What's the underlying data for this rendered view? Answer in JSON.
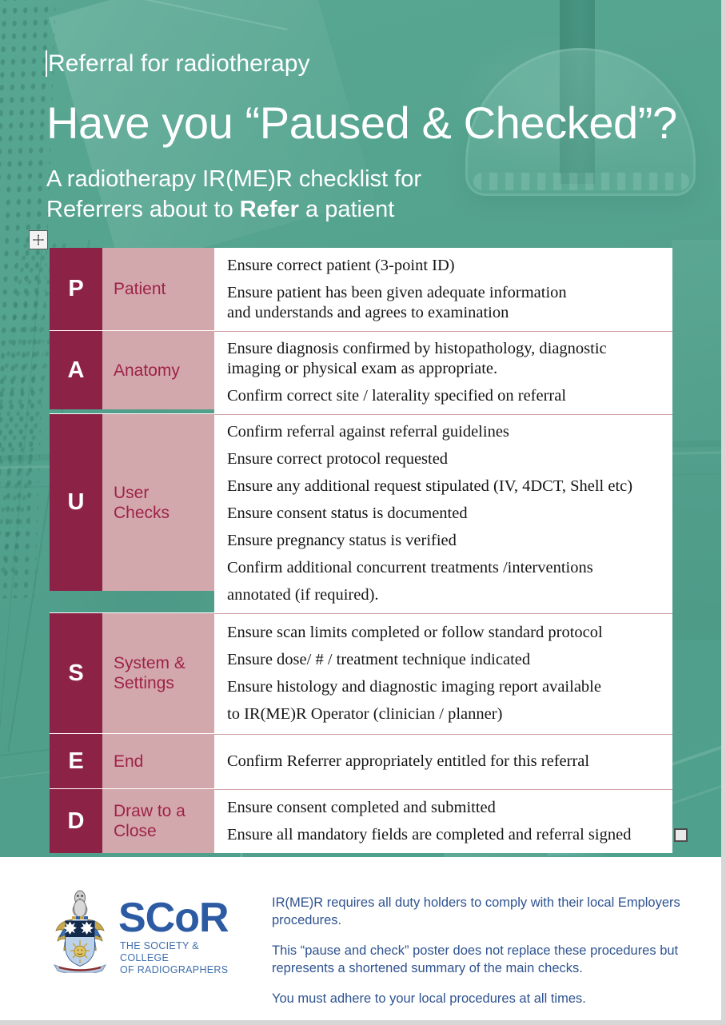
{
  "colors": {
    "teal_background": "#57a491",
    "maroon": "#8c2245",
    "pink": "#d3a8ac",
    "pink_text": "#9e2248",
    "footer_blue": "#2e5390",
    "logo_blue": "#2c5ba4",
    "white": "#ffffff"
  },
  "hero": {
    "kicker": "Referral for radiotherapy",
    "headline": "Have you “Paused & Checked”?",
    "subhead_line1": "A radiotherapy IR(ME)R checklist for",
    "subhead_line2_before": "Referrers about to ",
    "subhead_line2_bold": "Refer",
    "subhead_line2_after": " a patient"
  },
  "handles": {
    "move_icon": "move-four-arrow-icon",
    "resize_icon": "resize-square-handle-icon"
  },
  "table": {
    "rows": [
      {
        "letter": "P",
        "name": "Patient",
        "items": [
          "Ensure correct patient (3-point ID)",
          "Ensure patient has been given adequate information",
          "and understands and agrees to examination"
        ],
        "tight": [
          false,
          true,
          true
        ]
      },
      {
        "letter": "A",
        "name": "Anatomy",
        "items": [
          "Ensure diagnosis confirmed by histopathology, diagnostic",
          "imaging or physical exam as appropriate.",
          "Confirm correct site / laterality specified on referral"
        ],
        "tight": [
          true,
          true,
          false
        ]
      },
      {
        "letter": "U",
        "name": "User Checks",
        "name_line1": "User",
        "name_line2": "Checks",
        "items": [
          "Confirm referral against referral guidelines",
          "Ensure correct protocol requested",
          "Ensure any additional request stipulated (IV, 4DCT, Shell etc)",
          "Ensure consent status is documented",
          "Ensure pregnancy status is verified",
          "Confirm additional concurrent treatments /interventions",
          "annotated (if required)."
        ],
        "tight": [
          false,
          false,
          true,
          false,
          false,
          false,
          true
        ]
      },
      {
        "letter": "S",
        "name": "System & Settings",
        "name_line1": "System &",
        "name_line2": "Settings",
        "items": [
          "Ensure scan limits completed or follow standard protocol",
          "Ensure dose/ # / treatment technique indicated",
          "Ensure histology and diagnostic imaging report available",
          "to IR(ME)R Operator (clinician / planner)"
        ],
        "tight": [
          false,
          false,
          false,
          true
        ]
      },
      {
        "letter": "E",
        "name": "End",
        "items": [
          "Confirm Referrer appropriately entitled for this referral"
        ],
        "tight": [
          false
        ]
      },
      {
        "letter": "D",
        "name": "Draw to a Close",
        "name_line1": "Draw to a",
        "name_line2": "Close",
        "items": [
          "Ensure consent completed and submitted",
          "Ensure all mandatory fields are completed and referral signed"
        ],
        "tight": [
          false,
          false
        ]
      }
    ]
  },
  "footer": {
    "logo": {
      "wordmark": "SCoR",
      "tagline_line1": "THE SOCIETY & COLLEGE",
      "tagline_line2": "OF RADIOGRAPHERS",
      "crest_icon": "coat-of-arms-crest-icon"
    },
    "paragraphs": [
      "IR(ME)R requires all duty holders to comply with their local Employers procedures.",
      "This “pause and check” poster does not replace these procedures but represents a shortened summary of the main checks.",
      "You must adhere to your local procedures at all times."
    ]
  }
}
